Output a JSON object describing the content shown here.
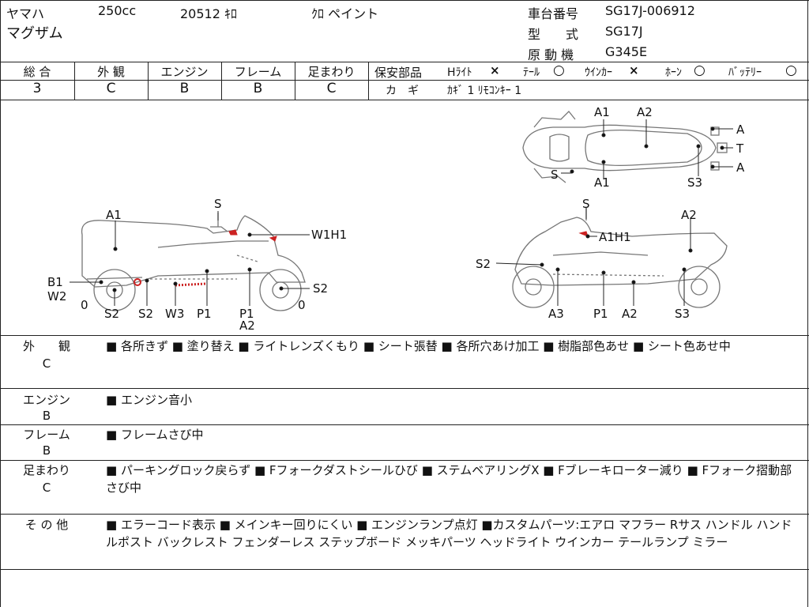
{
  "header": {
    "maker": "ヤマハ",
    "displacement": "250cc",
    "mileage": "20512 ｷﾛ",
    "color": "ｸﾛ ペイント",
    "model_name": "マグザム",
    "frame_no_label": "車台番号",
    "frame_no": "SG17J-006912",
    "type_label": "型　　式",
    "type": "SG17J",
    "engine_label": "原 動 機",
    "engine": "G345E"
  },
  "grades": {
    "headers": [
      "総 合",
      "外 観",
      "エンジン",
      "フレーム",
      "足まわり"
    ],
    "values": [
      "3",
      "C",
      "B",
      "B",
      "C"
    ]
  },
  "safety": {
    "label": "保安部品",
    "items": [
      {
        "name": "Hﾗｲﾄ",
        "mark": "×"
      },
      {
        "name": "ﾃｰﾙ",
        "mark": "○"
      },
      {
        "name": "ｳｲﾝｶｰ",
        "mark": "×"
      },
      {
        "name": "ﾎｰﾝ",
        "mark": "○"
      },
      {
        "name": "ﾊﾞｯﾃﾘｰ",
        "mark": "○"
      }
    ],
    "key_label": "カ　ギ",
    "key_value": "ｶｷﾞ 1 ﾘﾓｺﾝｷｰ 1"
  },
  "diagram": {
    "left_labels": [
      "A1",
      "S",
      "W1H1",
      "B1",
      "W2",
      "0",
      "S2",
      "S2",
      "W3",
      "P1",
      "P1",
      "A2",
      "S2",
      "0"
    ],
    "right_labels": [
      "S",
      "A2",
      "A1H1",
      "S2",
      "A3",
      "P1",
      "A2",
      "S3"
    ],
    "top_labels": [
      "A1",
      "A2",
      "A",
      "T",
      "A",
      "S",
      "A1",
      "S3"
    ]
  },
  "sections": [
    {
      "label": "外　　観",
      "grade": "C",
      "text": "■ 各所きず ■ 塗り替え ■ ライトレンズくもり ■ シート張替 ■ 各所穴あけ加工 ■ 樹脂部色あせ ■ シート色あせ中"
    },
    {
      "label": "エンジン",
      "grade": "B",
      "text": "■ エンジン音小"
    },
    {
      "label": "フレーム",
      "grade": "B",
      "text": "■ フレームさび中"
    },
    {
      "label": "足まわり",
      "grade": "C",
      "text": "■ パーキングロック戻らず ■ Fフォークダストシールひび ■ ステムベアリングX ■ Fブレーキローター減り ■ Fフォーク摺動部さび中"
    },
    {
      "label": "そ の 他",
      "grade": "",
      "text": "■ エラーコード表示 ■ メインキー回りにくい ■ エンジンランプ点灯 ■カスタムパーツ:エアロ マフラー Rサス ハンドル ハンドルポスト バックレスト フェンダーレス ステップボード メッキパーツ ヘッドライト ウインカー テールランプ ミラー"
    }
  ]
}
